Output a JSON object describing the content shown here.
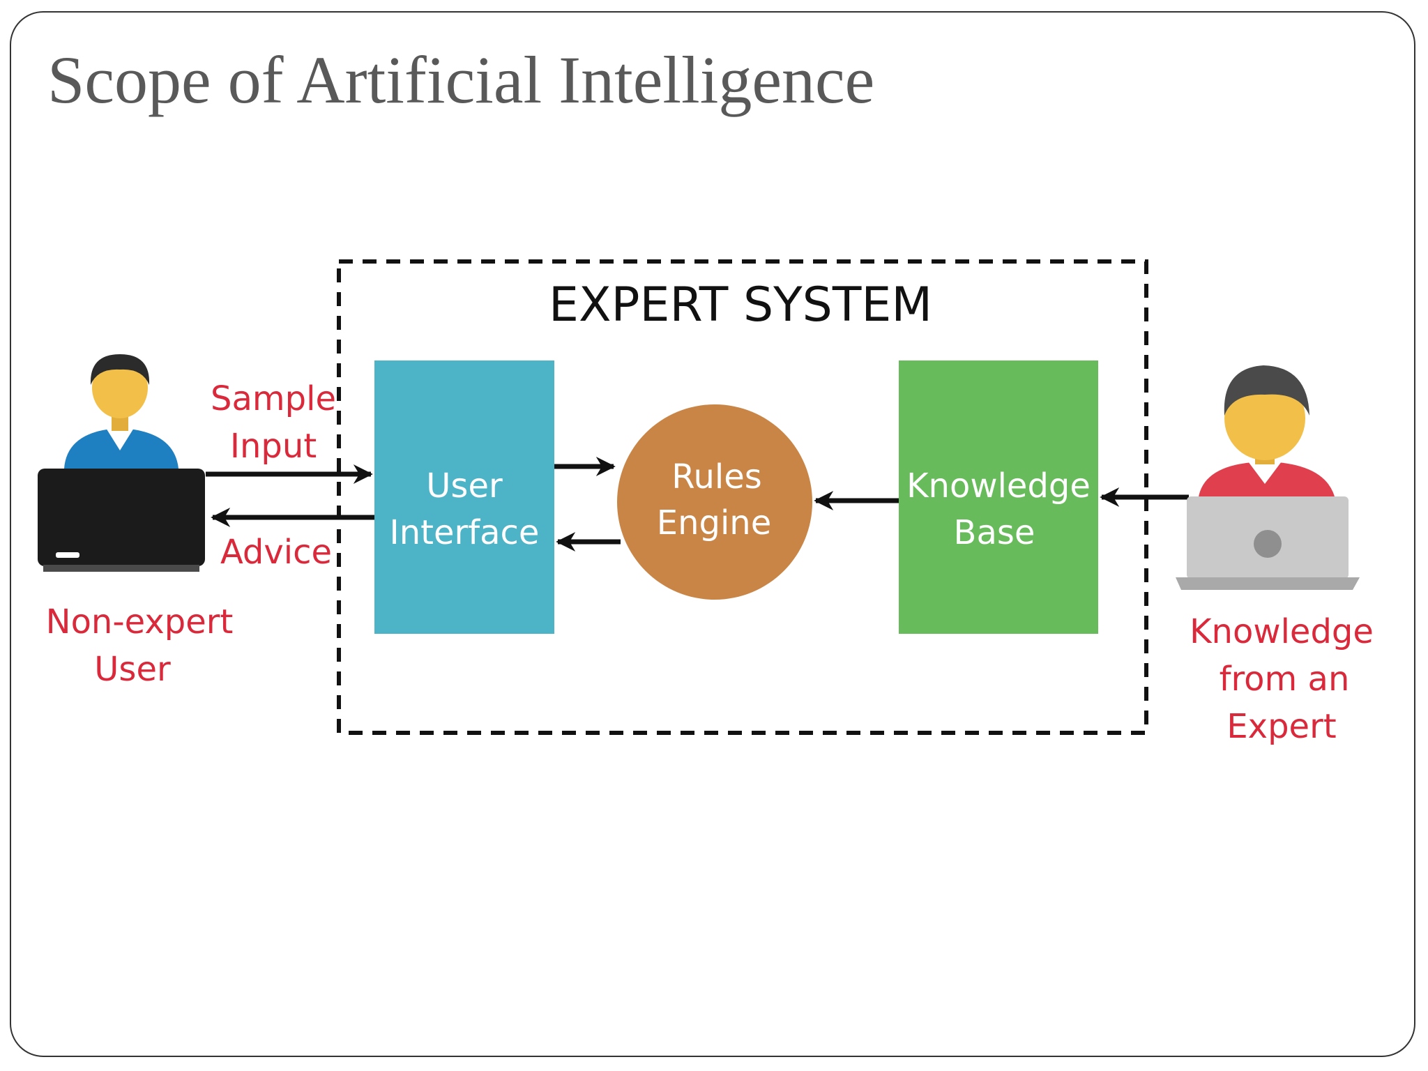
{
  "slide": {
    "title": "Scope of Artificial Intelligence"
  },
  "diagram": {
    "system_title": "EXPERT SYSTEM",
    "user_interface": {
      "line1": "User",
      "line2": "Interface"
    },
    "rules_engine": {
      "line1": "Rules",
      "line2": "Engine"
    },
    "knowledge_base": {
      "line1": "Knowledge",
      "line2": "Base"
    },
    "sample_input": {
      "line1": "Sample",
      "line2": "Input"
    },
    "advice": "Advice",
    "non_expert_user": {
      "line1": "Non-expert",
      "line2": "User"
    },
    "expert_label": {
      "line1": "Knowledge",
      "line2": "from an",
      "line3": "Expert"
    },
    "colors": {
      "user_interface": "#4db3c6",
      "rules_engine": "#c98546",
      "knowledge_base": "#67bb5b",
      "label_red": "#d9293a",
      "non_expert_shirt": "#1e7fc1",
      "expert_shirt": "#e0404e",
      "skin": "#f2bf49",
      "hair": "#2b2b2b"
    },
    "icons": [
      "non-expert-user-icon",
      "expert-user-icon",
      "black-laptop-icon",
      "gray-laptop-icon"
    ]
  }
}
